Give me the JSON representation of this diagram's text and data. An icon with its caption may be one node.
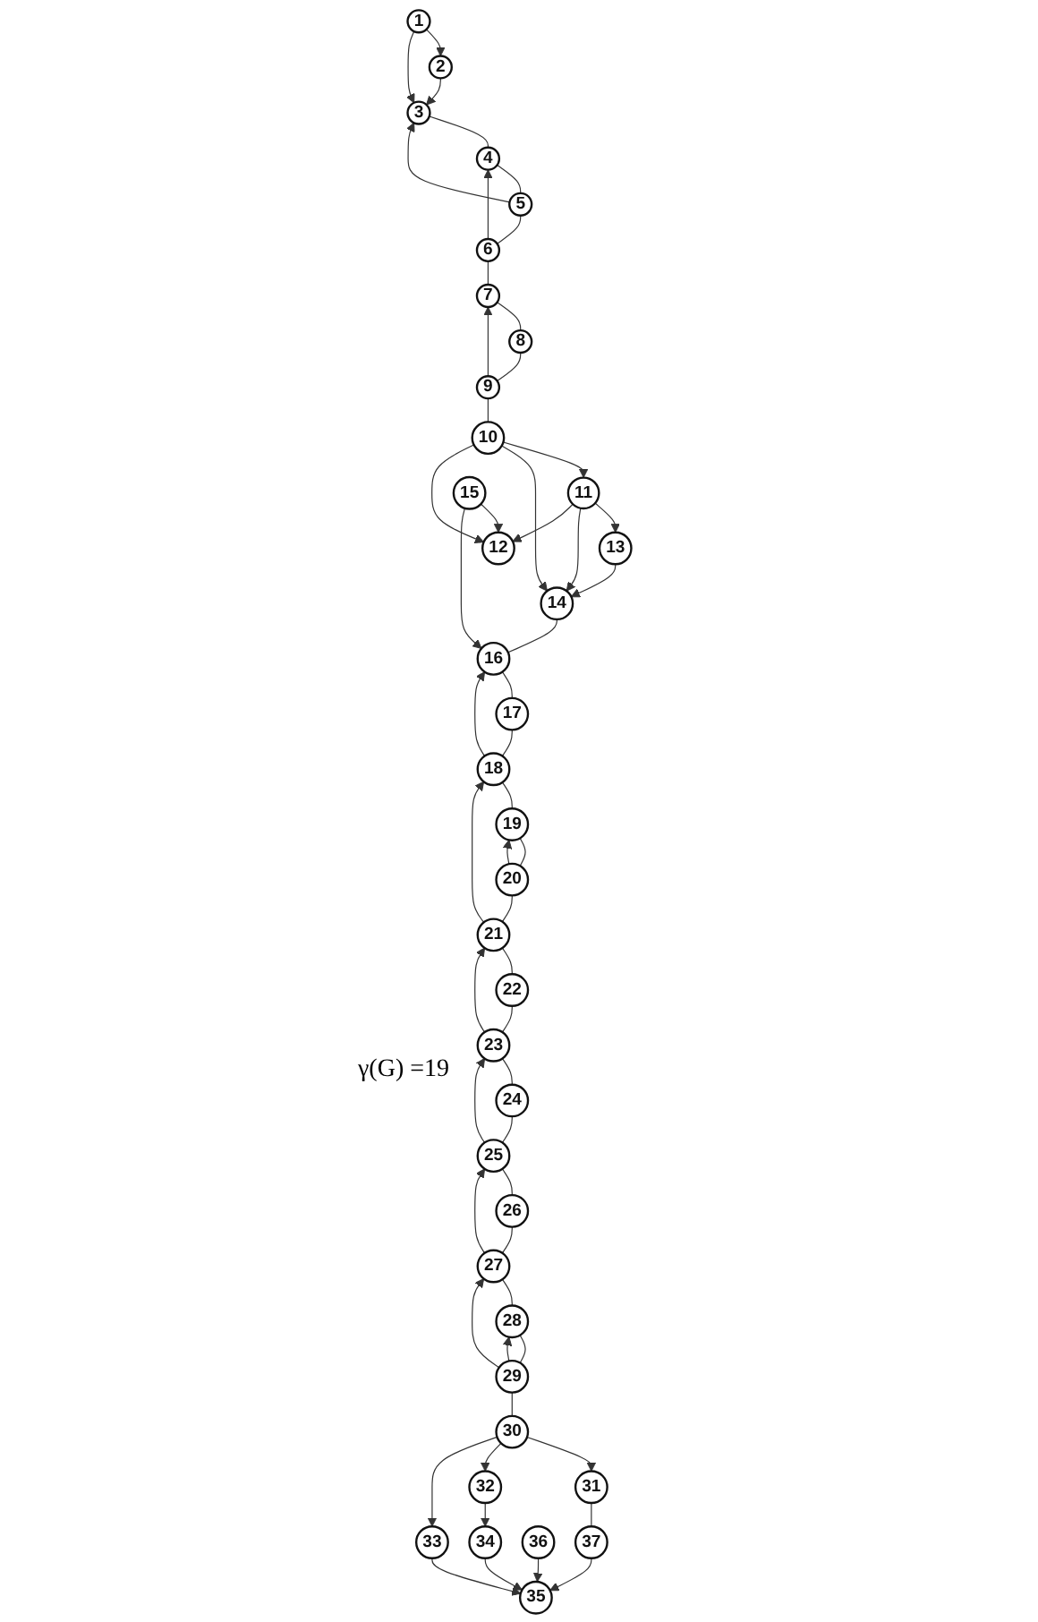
{
  "diagram": {
    "nodes": [
      {
        "text": [
          "1"
        ]
      },
      {
        "text": [
          "2"
        ]
      },
      {
        "text": [
          "3"
        ]
      },
      {
        "text": [
          "4"
        ]
      },
      {
        "text": [
          "5"
        ]
      },
      {
        "text": [
          "6"
        ]
      },
      {
        "text": [
          "7"
        ]
      },
      {
        "text": [
          "8"
        ]
      },
      {
        "text": [
          "9"
        ]
      },
      {
        "text": [
          "10"
        ]
      },
      {
        "text": [
          "11"
        ]
      },
      {
        "text": [
          "12"
        ]
      },
      {
        "text": [
          "13"
        ]
      },
      {
        "text": [
          "14"
        ]
      },
      {
        "text": [
          "15"
        ]
      },
      {
        "text": [
          "16"
        ]
      },
      {
        "text": [
          "17"
        ]
      },
      {
        "text": [
          "18"
        ]
      },
      {
        "text": [
          "19"
        ]
      },
      {
        "text": [
          "20"
        ]
      },
      {
        "text": [
          "21"
        ]
      },
      {
        "text": [
          "22"
        ]
      },
      {
        "text": [
          "23"
        ]
      },
      {
        "text": [
          "24"
        ]
      },
      {
        "text": [
          "25"
        ]
      },
      {
        "text": [
          "26"
        ]
      },
      {
        "text": [
          "27"
        ]
      },
      {
        "text": [
          "28"
        ]
      },
      {
        "text": [
          "29"
        ]
      },
      {
        "text": [
          "30"
        ]
      },
      {
        "text": [
          "31"
        ]
      },
      {
        "text": [
          "32"
        ]
      },
      {
        "text": [
          "33"
        ]
      },
      {
        "text": [
          "34"
        ]
      },
      {
        "text": [
          "35"
        ]
      },
      {
        "text": [
          "36"
        ]
      },
      {
        "text": [
          "37"
        ]
      }
    ],
    "edges": [
      {
        "from": 0,
        "to": 1,
        "arrow": "to"
      },
      {
        "from": 0,
        "to": 2,
        "arrow": "to"
      },
      {
        "from": 1,
        "to": 2,
        "arrow": "to"
      },
      {
        "from": 2,
        "to": 3,
        "arrow": "none"
      },
      {
        "from": 3,
        "to": 4,
        "arrow": "none"
      },
      {
        "from": 4,
        "to": 2,
        "arrow": "to"
      },
      {
        "from": 4,
        "to": 5,
        "arrow": "none"
      },
      {
        "from": 5,
        "to": 3,
        "arrow": "to"
      },
      {
        "from": 5,
        "to": 6,
        "arrow": "none"
      },
      {
        "from": 6,
        "to": 7,
        "arrow": "none"
      },
      {
        "from": 7,
        "to": 8,
        "arrow": "none"
      },
      {
        "from": 8,
        "to": 6,
        "arrow": "to"
      },
      {
        "from": 8,
        "to": 9,
        "arrow": "none"
      },
      {
        "from": 9,
        "to": 10,
        "arrow": "to"
      },
      {
        "from": 9,
        "to": 13,
        "arrow": "to"
      },
      {
        "from": 9,
        "to": 11,
        "arrow": "to"
      },
      {
        "from": 10,
        "to": 12,
        "arrow": "to"
      },
      {
        "from": 10,
        "to": 13,
        "arrow": "to"
      },
      {
        "from": 10,
        "to": 11,
        "arrow": "to"
      },
      {
        "from": 12,
        "to": 13,
        "arrow": "to"
      },
      {
        "from": 14,
        "to": 11,
        "arrow": "to"
      },
      {
        "from": 14,
        "to": 15,
        "arrow": "to"
      },
      {
        "from": 13,
        "to": 15,
        "arrow": "none"
      },
      {
        "from": 15,
        "to": 16,
        "arrow": "none"
      },
      {
        "from": 16,
        "to": 17,
        "arrow": "none"
      },
      {
        "from": 17,
        "to": 15,
        "arrow": "to"
      },
      {
        "from": 17,
        "to": 18,
        "arrow": "none"
      },
      {
        "from": 18,
        "to": 19,
        "arrow": "none"
      },
      {
        "from": 19,
        "to": 18,
        "arrow": "to"
      },
      {
        "from": 20,
        "to": 17,
        "arrow": "to"
      },
      {
        "from": 19,
        "to": 20,
        "arrow": "none"
      },
      {
        "from": 20,
        "to": 21,
        "arrow": "none"
      },
      {
        "from": 21,
        "to": 22,
        "arrow": "none"
      },
      {
        "from": 22,
        "to": 20,
        "arrow": "to"
      },
      {
        "from": 22,
        "to": 23,
        "arrow": "none"
      },
      {
        "from": 23,
        "to": 24,
        "arrow": "none"
      },
      {
        "from": 24,
        "to": 22,
        "arrow": "to"
      },
      {
        "from": 24,
        "to": 25,
        "arrow": "none"
      },
      {
        "from": 25,
        "to": 26,
        "arrow": "none"
      },
      {
        "from": 26,
        "to": 24,
        "arrow": "to"
      },
      {
        "from": 26,
        "to": 27,
        "arrow": "none"
      },
      {
        "from": 27,
        "to": 28,
        "arrow": "none"
      },
      {
        "from": 28,
        "to": 26,
        "arrow": "to"
      },
      {
        "from": 28,
        "to": 27,
        "arrow": "to"
      },
      {
        "from": 28,
        "to": 29,
        "arrow": "none"
      },
      {
        "from": 29,
        "to": 30,
        "arrow": "to"
      },
      {
        "from": 29,
        "to": 31,
        "arrow": "to"
      },
      {
        "from": 29,
        "to": 32,
        "arrow": "to"
      },
      {
        "from": 30,
        "to": 36,
        "arrow": "none"
      },
      {
        "from": 36,
        "to": 34,
        "arrow": "to"
      },
      {
        "from": 31,
        "to": 33,
        "arrow": "to"
      },
      {
        "from": 32,
        "to": 34,
        "arrow": "to"
      },
      {
        "from": 33,
        "to": 34,
        "arrow": "to"
      },
      {
        "from": 35,
        "to": 34,
        "arrow": "to"
      }
    ],
    "labels": [
      "γ(G) =19"
    ]
  }
}
